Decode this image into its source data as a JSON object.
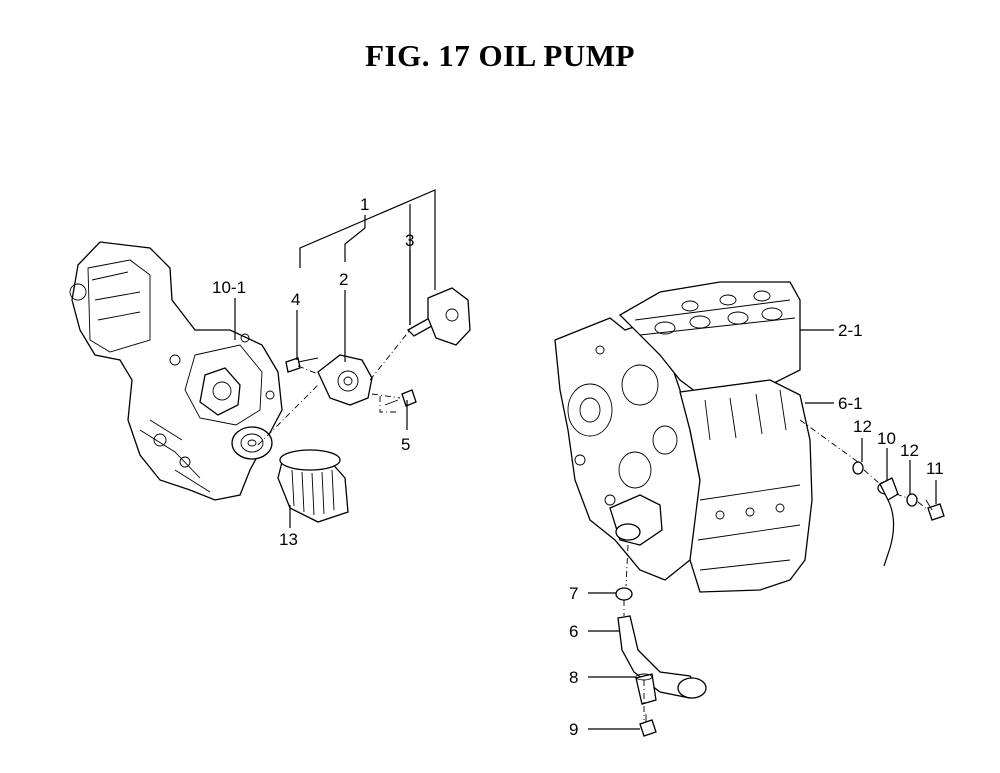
{
  "title": "FIG. 17  OIL PUMP",
  "callouts": {
    "c1": "1",
    "c2": "2",
    "c3": "3",
    "c4": "4",
    "c5": "5",
    "c10_1": "10-1",
    "c13": "13",
    "c2_1": "2-1",
    "c6_1": "6-1",
    "c12a": "12",
    "c10": "10",
    "c12b": "12",
    "c11": "11",
    "c7": "7",
    "c6": "6",
    "c8": "8",
    "c9": "9"
  }
}
